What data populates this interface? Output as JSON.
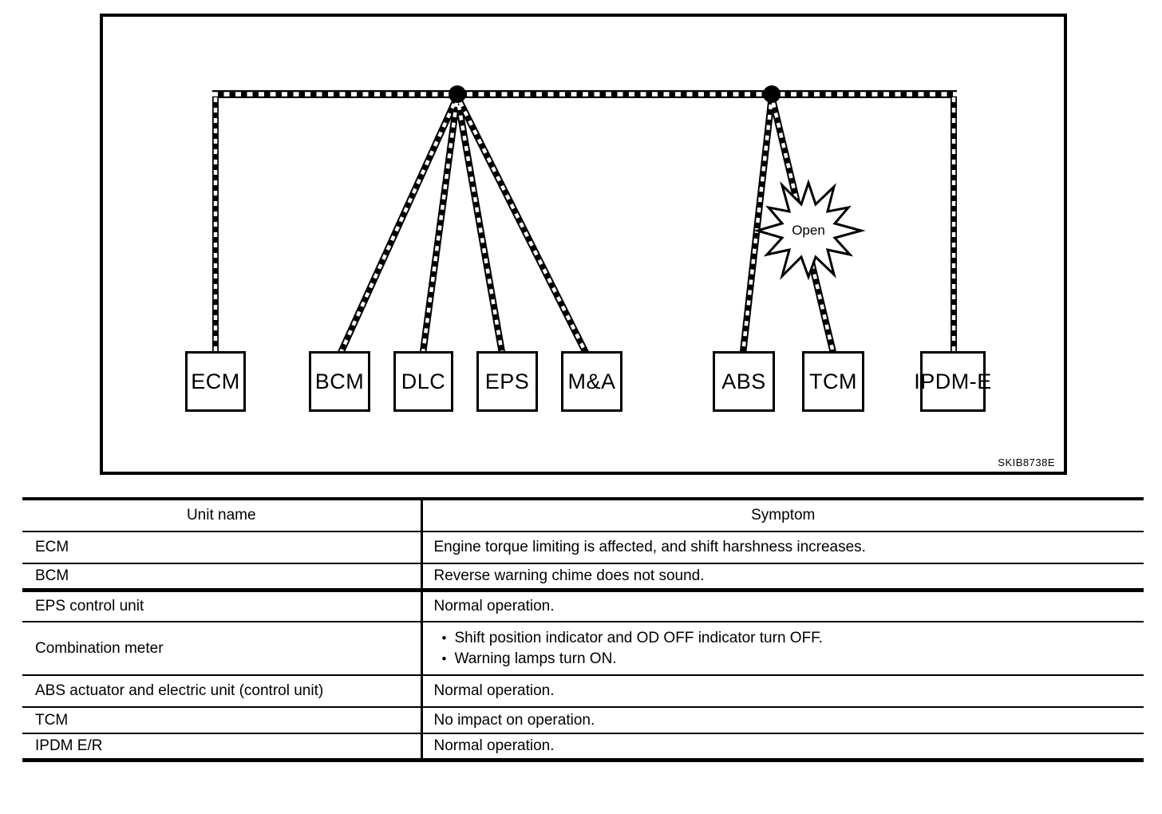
{
  "colors": {
    "ink": "#000000",
    "paper": "#ffffff"
  },
  "ui": {
    "bullet": "•"
  },
  "diagram": {
    "figure_code": "SKIB8738E",
    "open_label": "Open",
    "nodes": [
      {
        "label": "ECM"
      },
      {
        "label": "BCM"
      },
      {
        "label": "DLC"
      },
      {
        "label": "EPS"
      },
      {
        "label": "M&A"
      },
      {
        "label": "ABS"
      },
      {
        "label": "TCM"
      },
      {
        "label": "IPDM-E"
      }
    ]
  },
  "table": {
    "headers": [
      "Unit name",
      "Symptom"
    ],
    "rows": [
      {
        "unit": "ECM",
        "symptoms": [
          "Engine torque limiting is affected, and shift harshness increases."
        ]
      },
      {
        "unit": "BCM",
        "symptoms": [
          "Reverse warning chime does not sound."
        ]
      },
      {
        "unit": "EPS control unit",
        "symptoms": [
          "Normal operation."
        ]
      },
      {
        "unit": "Combination meter",
        "symptoms": [
          "Shift position indicator and OD OFF indicator turn OFF.",
          "Warning lamps turn ON."
        ]
      },
      {
        "unit": "ABS actuator and electric unit (control unit)",
        "symptoms": [
          "Normal operation."
        ]
      },
      {
        "unit": "TCM",
        "symptoms": [
          "No impact on operation."
        ]
      },
      {
        "unit": "IPDM E/R",
        "symptoms": [
          "Normal operation."
        ]
      }
    ]
  }
}
